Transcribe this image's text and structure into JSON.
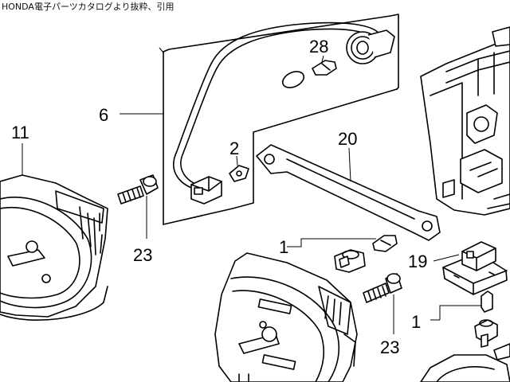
{
  "caption": "HONDA電子パーツカタログより抜粋、引用",
  "callouts": [
    {
      "key": "p6",
      "label": "6"
    },
    {
      "key": "p28",
      "label": "28"
    },
    {
      "key": "p2",
      "label": "2"
    },
    {
      "key": "p20",
      "label": "20"
    },
    {
      "key": "p11",
      "label": "11"
    },
    {
      "key": "p23a",
      "label": "23"
    },
    {
      "key": "p1a",
      "label": "1"
    },
    {
      "key": "p19",
      "label": "19"
    },
    {
      "key": "p23b",
      "label": "23"
    },
    {
      "key": "p1b",
      "label": "1"
    }
  ]
}
